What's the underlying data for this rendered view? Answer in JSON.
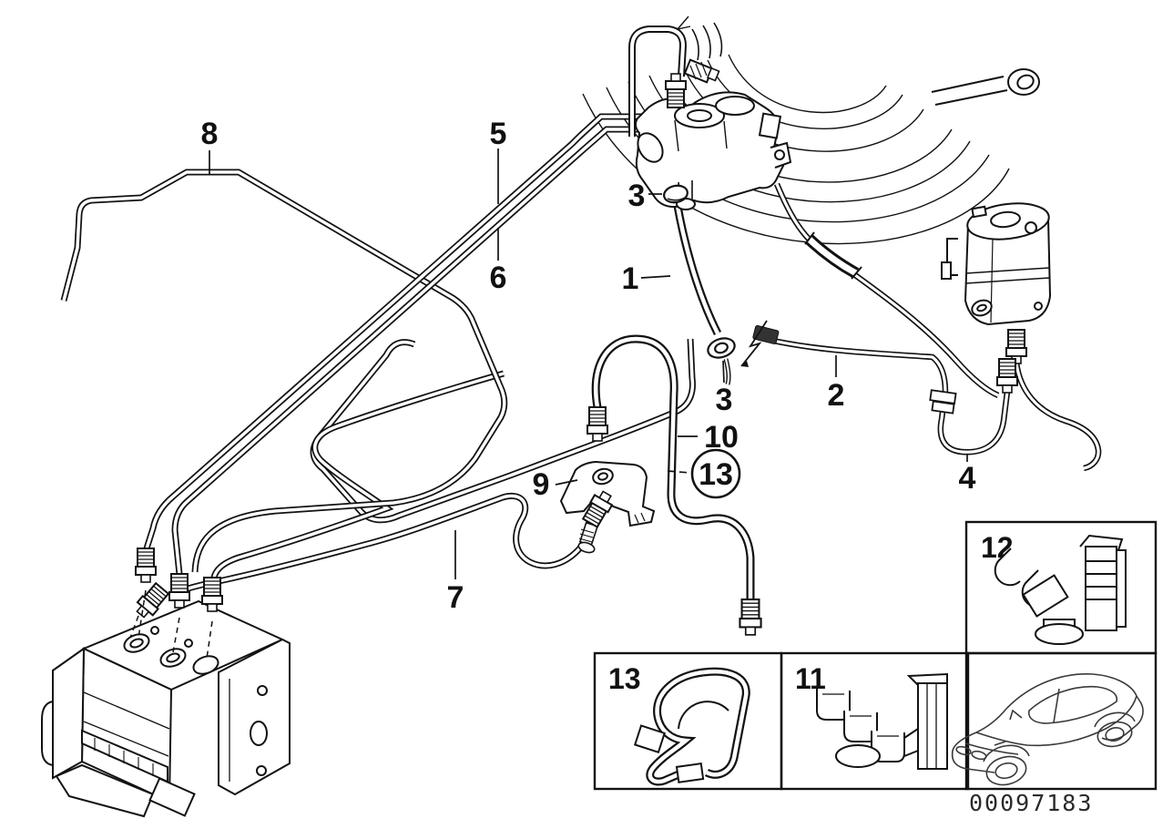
{
  "diagram": {
    "description": "Brake pipe front diagram with numbered part callouts",
    "part_number": "00097183",
    "colors": {
      "line": "#121212",
      "background": "#ffffff"
    },
    "callouts": {
      "c8": "8",
      "c5": "5",
      "c6": "6",
      "c3_top": "3",
      "c1": "1",
      "c3_mid": "3",
      "c2": "2",
      "c4": "4",
      "c10": "10",
      "c13_circled": "13",
      "c9": "9",
      "c7": "7"
    },
    "insets": {
      "clip_12": "12",
      "clip_13": "13",
      "clip_11": "11"
    }
  }
}
